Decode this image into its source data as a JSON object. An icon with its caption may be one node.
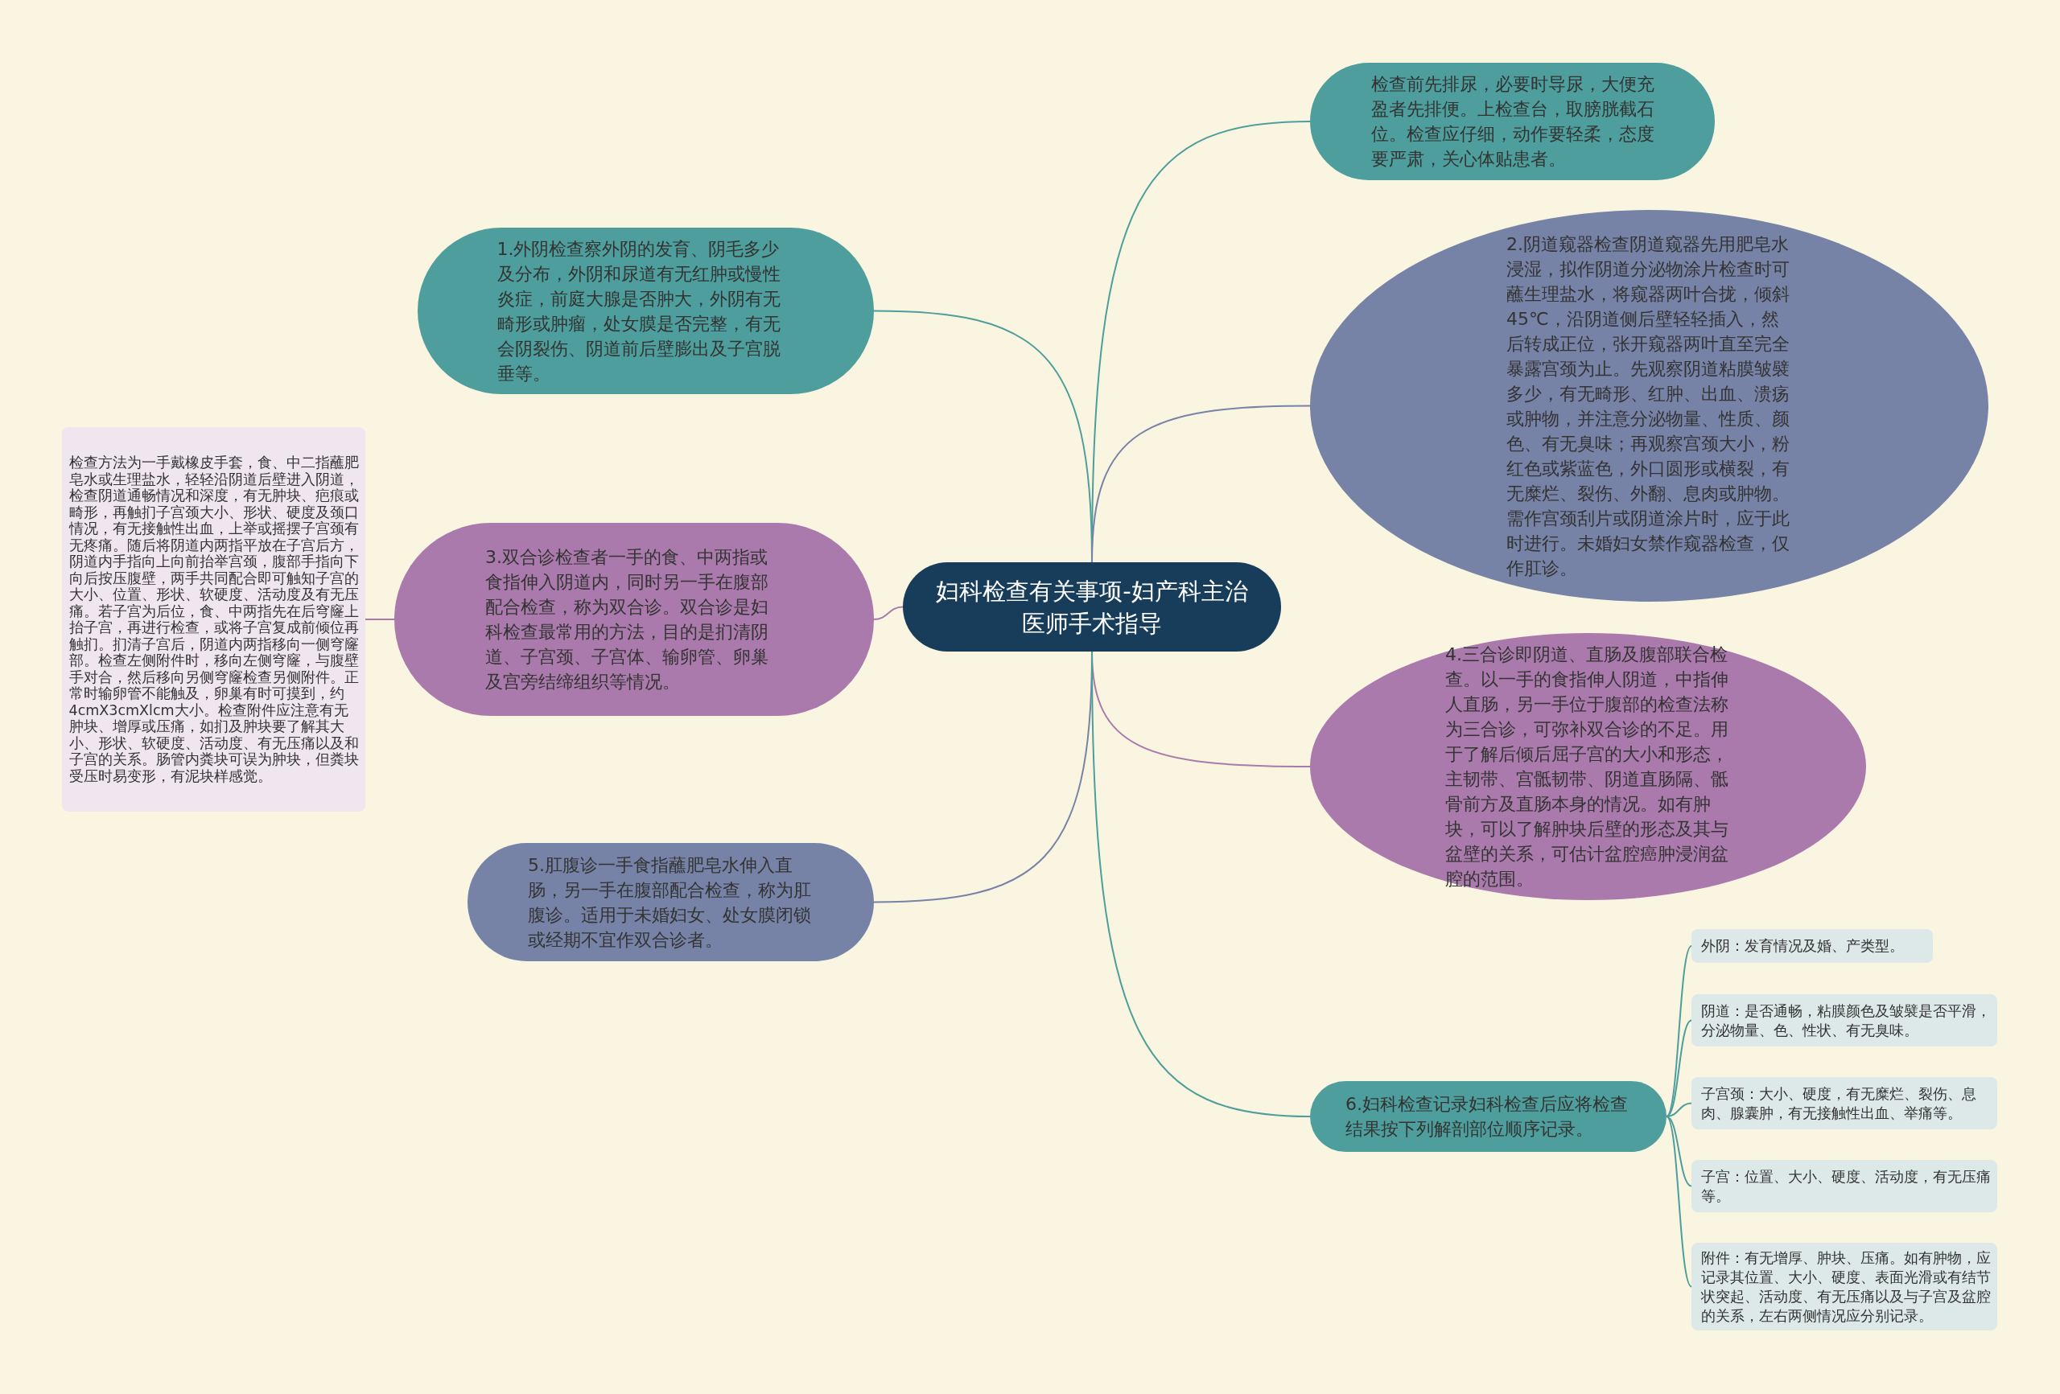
{
  "diagram": {
    "nodes": [
      {
        "text": [
          "妇科检查有关事项-妇产科主治医师手术指导"
        ]
      },
      {
        "text": [
          "检查前先排尿，必要时导尿，大便充盈者先排便。上检查台，取膀胱截石位。检查应仔细，动作要轻柔，态度要严肃，关心体贴患者。"
        ]
      },
      {
        "text": [
          "1.外阴检查察外阴的发育、阴毛多少及分布，外阴和尿道有无红肿或慢性炎症，前庭大腺是否肿大，外阴有无畸形或肿瘤，处女膜是否完整，有无会阴裂伤、阴道前后壁膨出及子宫脱垂等。"
        ]
      },
      {
        "text": [
          "2.阴道窥器检查阴道窥器先用肥皂水浸湿，拟作阴道分泌物涂片检查时可蘸生理盐水，将窥器两叶合拢，倾斜45℃，沿阴道侧后壁轻轻插入，然后转成正位，张开窥器两叶直至完全暴露宫颈为止。先观察阴道粘膜皱襞多少，有无畸形、红肿、出血、溃疡或肿物，并注意分泌物量、性质、颜色、有无臭味；再观察宫颈大小，粉红色或紫蓝色，外口圆形或横裂，有无糜烂、裂伤、外翻、息肉或肿物。需作宫颈刮片或阴道涂片时，应于此时进行。未婚妇女禁作窥器检查，仅作肛诊。"
        ]
      },
      {
        "text": [
          "3.双合诊检查者一手的食、中两指或食指伸入阴道内，同时另一手在腹部配合检查，称为双合诊。双合诊是妇科检查最常用的方法，目的是扪清阴道、子宫颈、子宫体、输卵管、卵巢及宫旁结缔组织等情况。"
        ]
      },
      {
        "text": [
          "检查方法为一手戴橡皮手套，食、中二指蘸肥皂水或生理盐水，轻轻沿阴道后壁进入阴道，检查阴道通畅情况和深度，有无肿块、疤痕或畸形，再触扪子宫颈大小、形状、硬度及颈口情况，有无接触性出血，上举或摇摆子宫颈有无疼痛。随后将阴道内两指平放在子宫后方，阴道内手指向上向前抬举宫颈，腹部手指向下向后按压腹壁，两手共同配合即可触知子宫的大小、位置、形状、软硬度、活动度及有无压痛。若子宫为后位，食、中两指先在后穹窿上抬子宫，再进行检查，或将子宫复成前倾位再触扪。扪清子宫后，阴道内两指移向一侧穹窿部。检查左侧附件时，移向左侧穹窿，与腹壁手对合，然后移向另侧穹窿检查另侧附件。正常时输卵管不能触及，卵巢有时可摸到，约4cmX3cmXlcm大小。检查附件应注意有无肿块、增厚或压痛，如扪及肿块要了解其大小、形状、软硬度、活动度、有无压痛以及和子宫的关系。肠管内粪块可误为肿块，但粪块受压时易变形，有泥块样感觉。"
        ]
      },
      {
        "text": [
          "4.三合诊即阴道、直肠及腹部联合检查。以一手的食指伸人阴道，中指伸人直肠，另一手位于腹部的检查法称为三合诊，可弥补双合诊的不足。用于了解后倾后屈子宫的大小和形态，主韧带、宫骶韧带、阴道直肠隔、骶骨前方及直肠本身的情况。如有肿块，可以了解肿块后壁的形态及其与盆壁的关系，可估计盆腔癌肿浸润盆腔的范围。"
        ]
      },
      {
        "text": [
          "5.肛腹诊一手食指蘸肥皂水伸入直肠，另一手在腹部配合检查，称为肛腹诊。适用于未婚妇女、处女膜闭锁或经期不宜作双合诊者。"
        ]
      },
      {
        "text": [
          "6.妇科检查记录妇科检查后应将检查结果按下列解剖部位顺序记录。"
        ]
      },
      {
        "text": [
          "外阴：发育情况及婚、产类型。"
        ]
      },
      {
        "text": [
          "阴道：是否通畅，粘膜颜色及皱襞是否平滑，分泌物量、色、性状、有无臭味。"
        ]
      },
      {
        "text": [
          "子宫颈：大小、硬度，有无糜烂、裂伤、息肉、腺囊肿，有无接触性出血、举痛等。"
        ]
      },
      {
        "text": [
          "子宫：位置、大小、硬度、活动度，有无压痛等。"
        ]
      },
      {
        "text": [
          "附件：有无增厚、肿块、压痛。如有肿物，应记录其位置、大小、硬度、表面光滑或有结节状突起、活动度、有无压痛以及与子宫及盆腔的关系，左右两侧情况应分别记录。"
        ]
      }
    ],
    "edges": [
      {
        "from": 0,
        "to": 1,
        "arrow": "none"
      },
      {
        "from": 0,
        "to": 2,
        "arrow": "none"
      },
      {
        "from": 0,
        "to": 3,
        "arrow": "none",
        "color": "#7783a6"
      },
      {
        "from": 0,
        "to": 4,
        "arrow": "none",
        "color": "#a97aab"
      },
      {
        "from": 4,
        "to": 5,
        "arrow": "none",
        "color": "#a97aab"
      },
      {
        "from": 0,
        "to": 6,
        "arrow": "none",
        "color": "#a97aab"
      },
      {
        "from": 0,
        "to": 7,
        "arrow": "none",
        "color": "#7783a6"
      },
      {
        "from": 0,
        "to": 8,
        "arrow": "none"
      },
      {
        "from": 8,
        "to": 9,
        "arrow": "none"
      },
      {
        "from": 8,
        "to": 10,
        "arrow": "none"
      },
      {
        "from": 8,
        "to": 11,
        "arrow": "none"
      },
      {
        "from": 8,
        "to": 12,
        "arrow": "none"
      },
      {
        "from": 8,
        "to": 13,
        "arrow": "none"
      }
    ]
  }
}
